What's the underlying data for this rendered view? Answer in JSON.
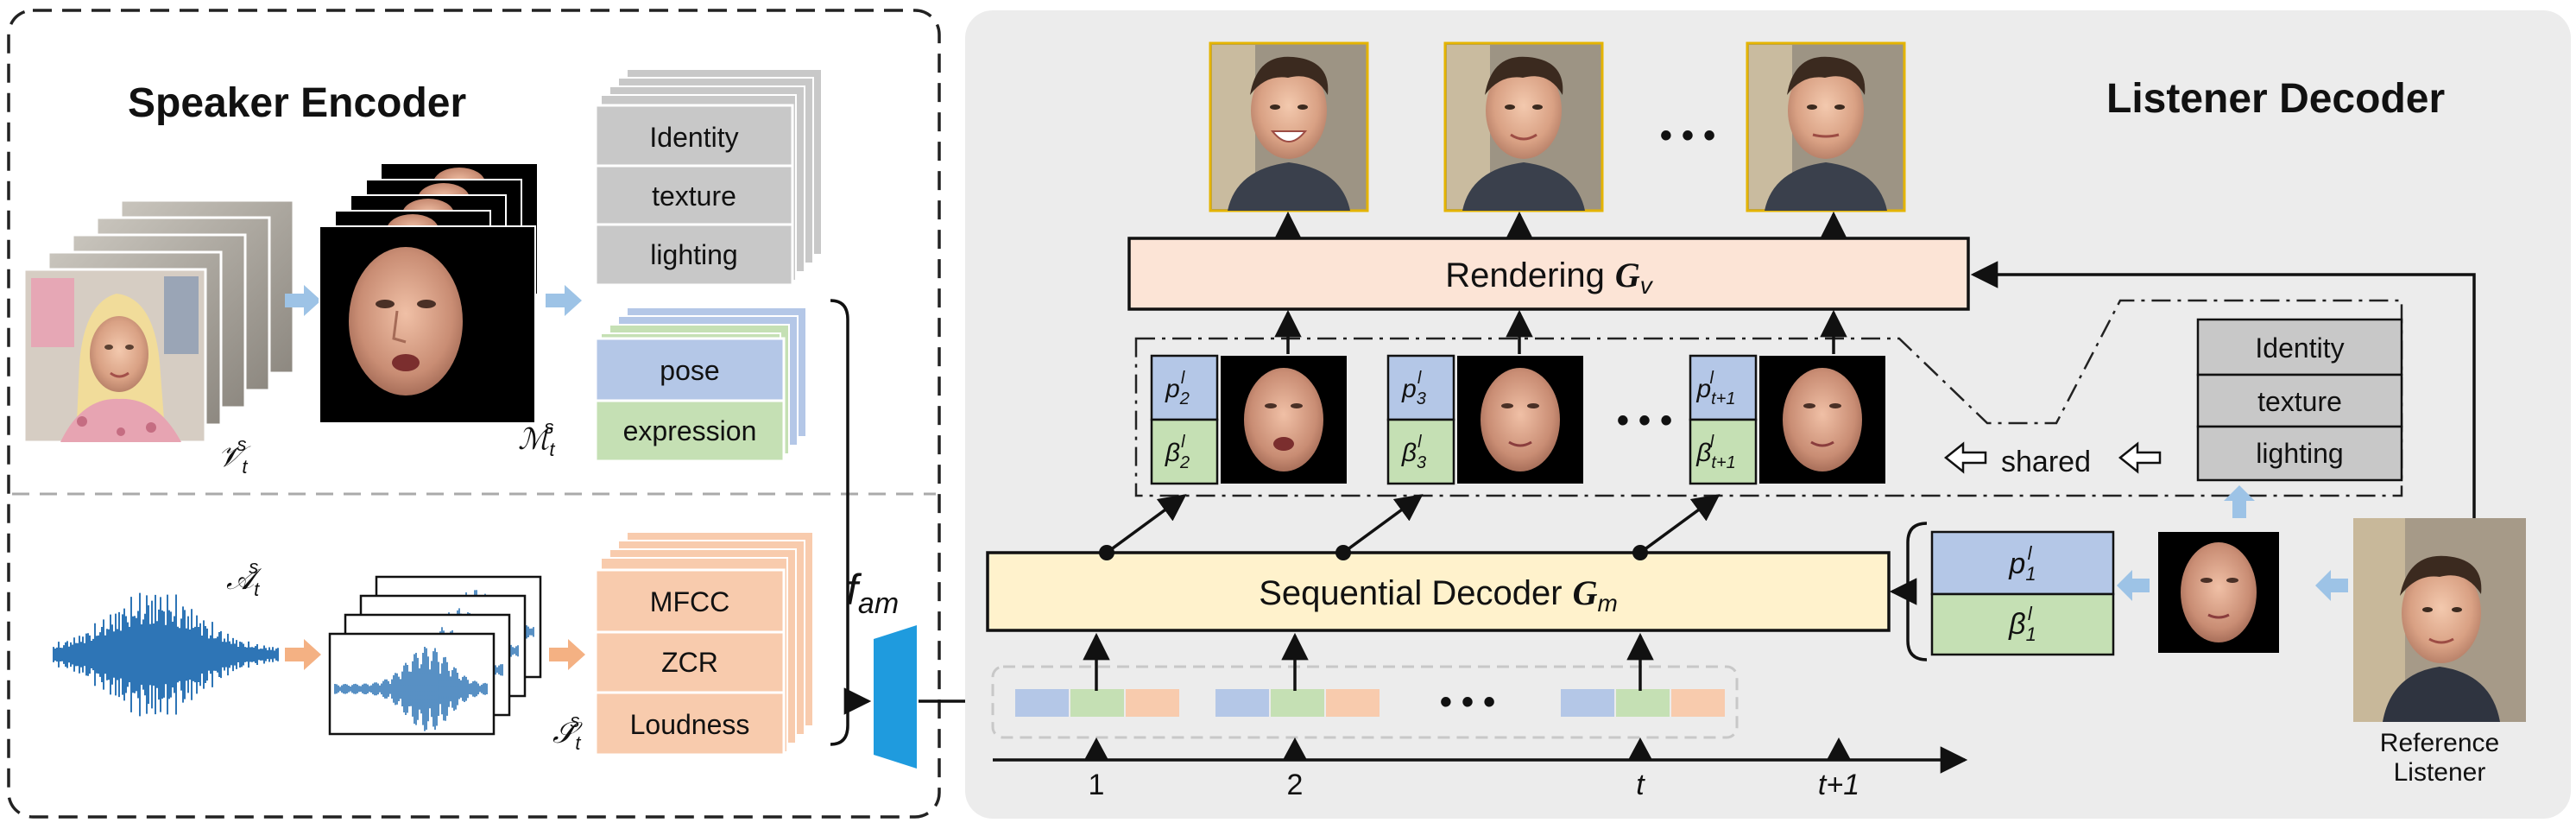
{
  "speaker_encoder": {
    "title": "Speaker Encoder",
    "video_label": "𝒱",
    "video_sup": "s",
    "video_sub": "t",
    "motion_label": "ℳ",
    "motion_sup": "s",
    "motion_sub": "t",
    "audio_label": "𝒜",
    "audio_sup": "s",
    "audio_sub": "t",
    "audio_feat_label": "𝒮",
    "audio_feat_sup": "s",
    "audio_feat_sub": "t",
    "static_coeffs": [
      "Identity",
      "texture",
      "lighting"
    ],
    "motion_coeffs": [
      "pose",
      "expression"
    ],
    "audio_feats": [
      "MFCC",
      "ZCR",
      "Loudness"
    ]
  },
  "fusion": {
    "label_main": "f",
    "label_sub": "am"
  },
  "listener_decoder": {
    "title": "Listener Decoder",
    "renderer_text": "Rendering",
    "renderer_sym": "G",
    "renderer_sub": "v",
    "seq_text": "Sequential Decoder",
    "seq_sym": "G",
    "seq_sub": "m",
    "shared_label": "shared",
    "ellipsis": "• • •",
    "coeff_cells": [
      {
        "p": "p",
        "p_sup": "l",
        "p_sub": "2",
        "b": "β",
        "b_sup": "l",
        "b_sub": "2"
      },
      {
        "p": "p",
        "p_sup": "l",
        "p_sub": "3",
        "b": "β",
        "b_sup": "l",
        "b_sub": "3"
      },
      {
        "p": "p",
        "p_sup": "l",
        "p_sub": "t+1",
        "b": "β",
        "b_sup": "l",
        "b_sub": "t+1"
      }
    ],
    "initial_cell": {
      "p": "p",
      "p_sup": "l",
      "p_sub": "1",
      "b": "β",
      "b_sup": "l",
      "b_sub": "1"
    },
    "listener_static_coeffs": [
      "Identity",
      "texture",
      "lighting"
    ],
    "reference_label_line1": "Reference",
    "reference_label_line2": "Listener",
    "timeline_ticks": [
      "1",
      "2",
      "t",
      "t+1"
    ]
  },
  "colors": {
    "panel_gray": "#ececec",
    "coeff_gray": "#c8c8c8",
    "pose_blue": "#b4c7e7",
    "expr_green": "#c5e0b4",
    "audio_orange": "#f8cbad",
    "render_peach": "#fce4d6",
    "seq_yellow": "#fff2cc",
    "arrow_blue": "#9dc3e6",
    "arrow_orange": "#f4b183",
    "fusion_blue": "#1f9bde",
    "wave_blue": "#2e75b6",
    "frame_gold": "#e4b400"
  }
}
